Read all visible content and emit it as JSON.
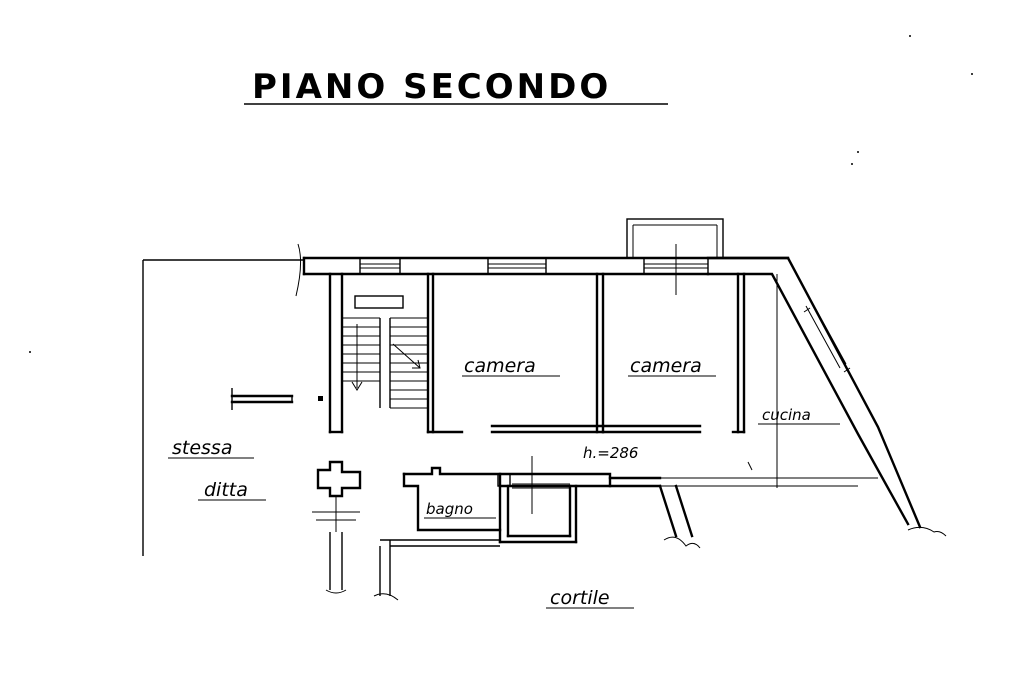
{
  "title": "PIANO SECONDO",
  "rooms": {
    "camera_1": "camera",
    "camera_2": "camera",
    "cucina": "cucina",
    "bagno": "bagno"
  },
  "annotations": {
    "height": "h.=286",
    "adjacent_1": "stessa",
    "adjacent_2": "ditta",
    "courtyard": "cortile"
  }
}
